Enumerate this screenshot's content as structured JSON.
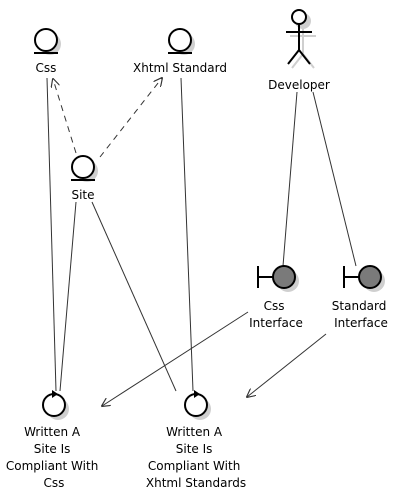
{
  "diagram": {
    "nodes": {
      "css": {
        "label": "Css",
        "kind": "entity"
      },
      "xhtml_standard": {
        "label": "Xhtml Standard",
        "kind": "entity"
      },
      "developer": {
        "label": "Developer",
        "kind": "actor"
      },
      "site": {
        "label": "Site",
        "kind": "entity"
      },
      "css_interface": {
        "lines": [
          "Css",
          "Interface"
        ],
        "kind": "boundary"
      },
      "standard_interface": {
        "lines": [
          "Standard",
          "Interface"
        ],
        "kind": "boundary"
      },
      "control_css": {
        "lines": [
          "Written A",
          "Site Is",
          "Compliant With",
          "Css"
        ],
        "kind": "control"
      },
      "control_xhtml": {
        "lines": [
          "Written A",
          "Site Is",
          "Compliant With",
          "Xhtml Standards"
        ],
        "kind": "control"
      }
    },
    "edges": [
      {
        "from": "site",
        "to": "css",
        "style": "dashed",
        "arrow": true
      },
      {
        "from": "site",
        "to": "xhtml_standard",
        "style": "dashed",
        "arrow": true
      },
      {
        "from": "css",
        "to": "control_css",
        "style": "solid",
        "arrow": false
      },
      {
        "from": "site",
        "to": "control_css",
        "style": "solid",
        "arrow": false
      },
      {
        "from": "site",
        "to": "control_xhtml",
        "style": "solid",
        "arrow": false
      },
      {
        "from": "xhtml_standard",
        "to": "control_xhtml",
        "style": "solid",
        "arrow": false
      },
      {
        "from": "developer",
        "to": "css_interface",
        "style": "solid",
        "arrow": false
      },
      {
        "from": "developer",
        "to": "standard_interface",
        "style": "solid",
        "arrow": false
      },
      {
        "from": "css_interface",
        "to": "control_css",
        "style": "solid",
        "arrow": true
      },
      {
        "from": "standard_interface",
        "to": "control_xhtml",
        "style": "solid",
        "arrow": true
      }
    ]
  }
}
